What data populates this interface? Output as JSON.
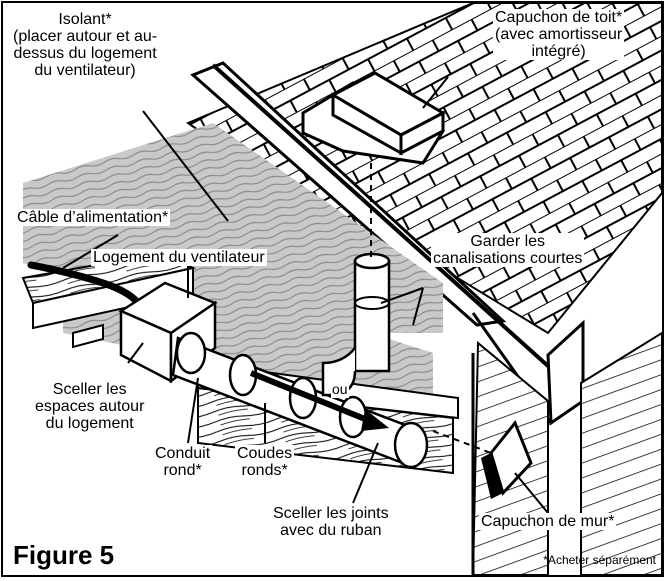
{
  "figure": {
    "title": "Figure 5",
    "footnote": "*Acheter séparément"
  },
  "labels": {
    "insulation": {
      "line1": "Isolant*",
      "line2": "(placer autour et au-",
      "line3": "dessus du logement",
      "line4": "du ventilateur)"
    },
    "roof_cap": {
      "line1": "Capuchon de toit*",
      "line2": "(avec amortisseur",
      "line3": "intégré)"
    },
    "power_cable": "Câble d’alimentation*",
    "fan_housing": "Logement du ventilateur",
    "keep_short": {
      "line1": "Garder les",
      "line2": "canalisations courtes"
    },
    "seal_housing": {
      "line1": "Sceller les",
      "line2": "espaces autour",
      "line3": "du logement"
    },
    "or_word": "ou",
    "round_duct": {
      "line1": "Conduit",
      "line2": "rond*"
    },
    "round_elbows": {
      "line1": "Coudes",
      "line2": "ronds*"
    },
    "seal_joints": {
      "line1": "Sceller les joints",
      "line2": "avec du ruban"
    },
    "wall_cap": "Capuchon de mur*"
  },
  "icons": [
    "fan-housing-box",
    "roof-cap",
    "wall-cap",
    "duct-elbow",
    "airflow-arrow"
  ],
  "colors": {
    "ink": "#000000",
    "insulation": "#bdbdbd",
    "paper": "#ffffff"
  }
}
